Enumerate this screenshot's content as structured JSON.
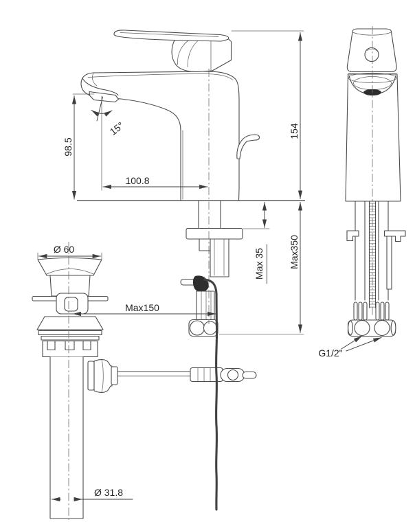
{
  "colors": {
    "background": "#ffffff",
    "ink": "#4b4b4b",
    "dimension_ink": "#3e3e3e",
    "text": "#232323"
  },
  "drawing": {
    "kind": "technical-dimension-drawing",
    "dimensions": {
      "spout_angle": "15°",
      "spout_outlet_height": "98.5",
      "spout_reach": "100.8",
      "overall_height": "154",
      "max_deck_thickness": "Max 35",
      "max_install_depth": "Max350",
      "drain_flange_diameter": "Ø 60",
      "max_drain_offset": "Max150",
      "tailpiece_diameter": "Ø 31.8",
      "supply_connection": "G1/2\""
    }
  }
}
